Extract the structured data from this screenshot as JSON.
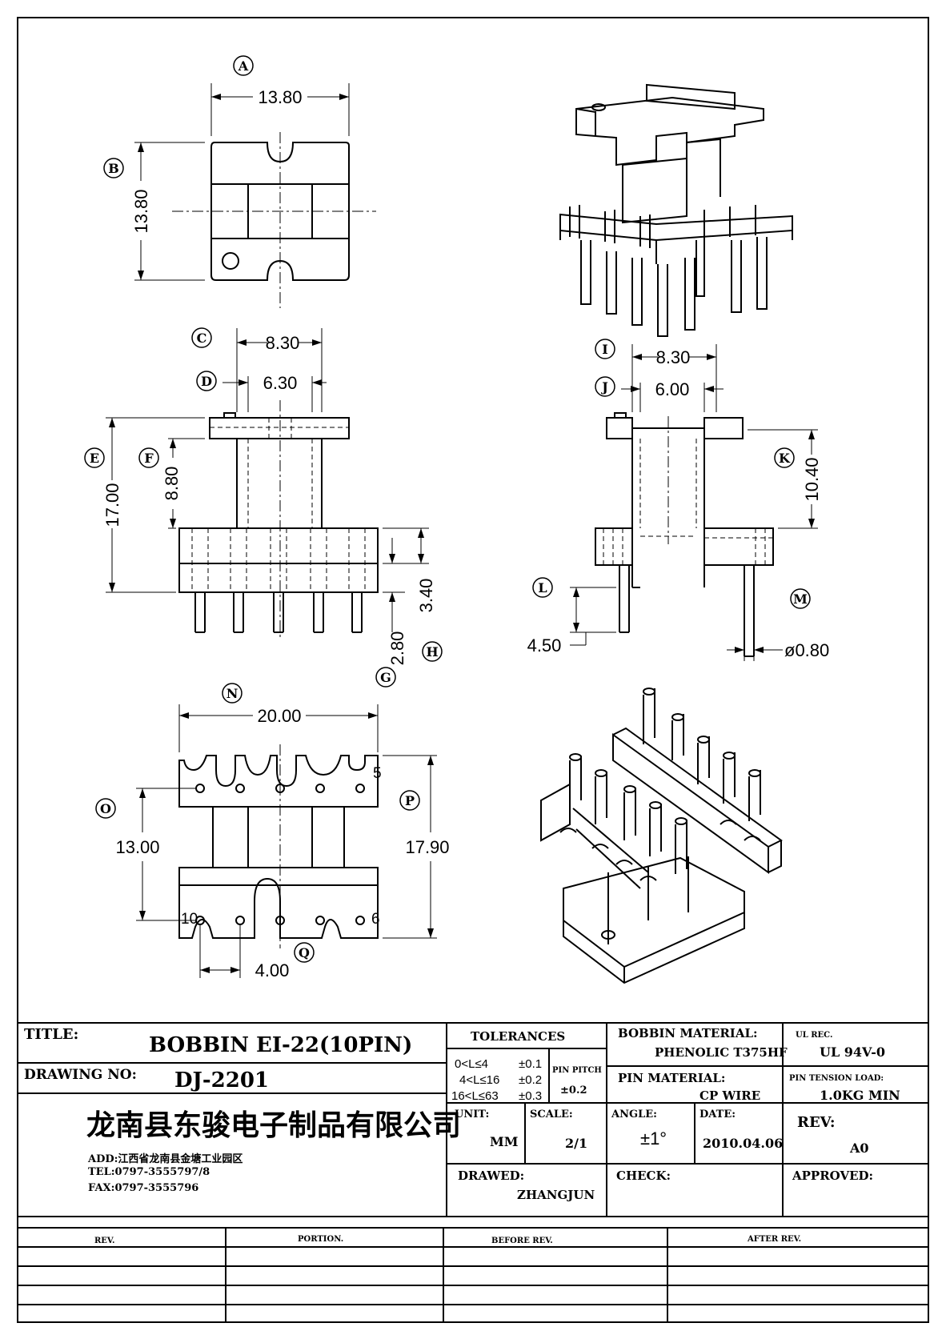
{
  "views": {
    "top": {
      "dim_a": "13.80",
      "dim_b": "13.80"
    },
    "front": {
      "dim_c": "8.30",
      "dim_d": "6.30",
      "dim_e": "17.00",
      "dim_f": "8.80",
      "dim_h": "3.40",
      "dim_g": "2.80"
    },
    "side": {
      "dim_i": "8.30",
      "dim_j": "6.00",
      "dim_k": "10.40",
      "dim_l": "4.50",
      "dim_m": "ø0.80"
    },
    "bottom": {
      "dim_n": "20.00",
      "dim_o": "13.00",
      "dim_p": "17.90",
      "dim_q": "4.00",
      "pin_5": "5",
      "pin_6": "6",
      "pin_10": "10"
    }
  },
  "callouts": {
    "a": "A",
    "b": "B",
    "c": "C",
    "d": "D",
    "e": "E",
    "f": "F",
    "g": "G",
    "h": "H",
    "i": "I",
    "j": "J",
    "k": "K",
    "l": "L",
    "m": "M",
    "n": "N",
    "o": "O",
    "p": "P",
    "q": "Q"
  },
  "title_block": {
    "title_label": "TITLE:",
    "title_value": "BOBBIN  EI-22(10PIN)",
    "drawing_no_label": "DRAWING NO:",
    "drawing_no_value": "DJ-2201",
    "company": "龙南县东骏电子制品有限公司",
    "address": "ADD:江西省龙南县金塘工业园区",
    "tel": "TEL:0797-3555797/8",
    "fax": "FAX:0797-3555796",
    "tolerances_label": "TOLERANCES",
    "tol_rows": [
      {
        "range": "0<L≤4",
        "value": "±0.1"
      },
      {
        "range": "4<L≤16",
        "value": "±0.2"
      },
      {
        "range": "16<L≤63",
        "value": "±0.3"
      }
    ],
    "pin_pitch_label": "PIN PITCH",
    "pin_pitch_value": "±0.2",
    "bobbin_material_label": "BOBBIN MATERIAL:",
    "bobbin_material_value": "PHENOLIC  T375HF",
    "ul_rec_label": "UL REC.",
    "ul_rec_value": "UL  94V-0",
    "pin_material_label": "PIN MATERIAL:",
    "pin_material_value": "CP WIRE",
    "pin_tension_label": "PIN TENSION LOAD:",
    "pin_tension_value": "1.0KG MIN",
    "unit_label": "UNIT:",
    "unit_value": "MM",
    "scale_label": "SCALE:",
    "scale_value": "2/1",
    "angle_label": "ANGLE:",
    "angle_value": "±1°",
    "date_label": "DATE:",
    "date_value": "2010.04.06",
    "rev_label": "REV:",
    "rev_value": "A0",
    "drawed_label": "DRAWED:",
    "drawed_value": "ZHANGJUN",
    "check_label": "CHECK:",
    "approved_label": "APPROVED:"
  },
  "revision_table": {
    "headers": [
      "REV.",
      "PORTION.",
      "BEFORE REV.",
      "AFTER REV."
    ]
  }
}
